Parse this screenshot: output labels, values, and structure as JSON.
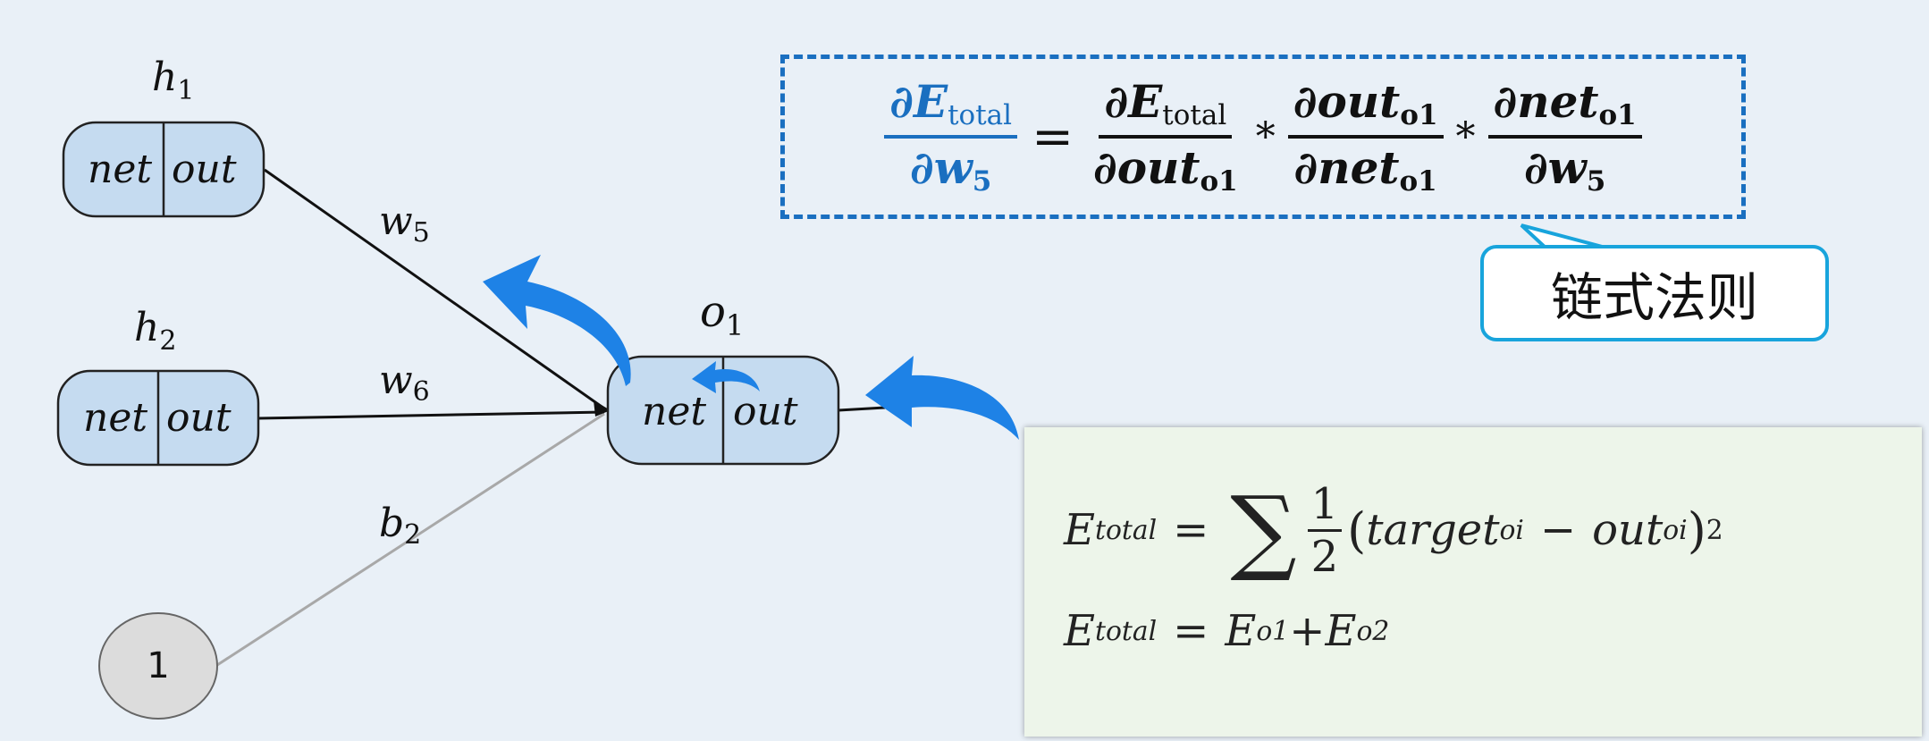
{
  "nodes": {
    "h1": {
      "label": "h",
      "sub": "1",
      "net": "net",
      "out": "out"
    },
    "h2": {
      "label": "h",
      "sub": "2",
      "net": "net",
      "out": "out"
    },
    "o1": {
      "label": "o",
      "sub": "1",
      "net": "net",
      "out": "out"
    },
    "bias": {
      "label": "1"
    }
  },
  "edges": {
    "w5": {
      "label": "w",
      "sub": "5"
    },
    "w6": {
      "label": "w",
      "sub": "6"
    },
    "b2": {
      "label": "b",
      "sub": "2"
    }
  },
  "formula": {
    "lhs_num": "∂E",
    "lhs_num_sub": "total",
    "lhs_den": "∂w",
    "lhs_den_sub": "5",
    "equals": "=",
    "t1_num": "∂E",
    "t1_num_sub": "total",
    "t1_den": "∂out",
    "t1_den_sub": "o1",
    "times": "*",
    "t2_num": "∂out",
    "t2_num_sub": "o1",
    "t2_den": "∂net",
    "t2_den_sub": "o1",
    "t3_num": "∂net",
    "t3_num_sub": "o1",
    "t3_den": "∂w",
    "t3_den_sub": "5"
  },
  "callout": {
    "text": "链式法则"
  },
  "error_panel": {
    "eq1": {
      "lhs": "E",
      "lhs_sub": "total",
      "equals": "=",
      "sigma": "∑",
      "half_num": "1",
      "half_den": "2",
      "open": "(",
      "target": "target",
      "target_sub": "oi",
      "minus": "−",
      "out": "out",
      "out_sub": "oi",
      "close": ")",
      "power": "2"
    },
    "eq2": {
      "lhs": "E",
      "lhs_sub": "total",
      "equals": "=",
      "t1": "E",
      "t1_sub": "o1",
      "plus": "+",
      "t2": "E",
      "t2_sub": "o2"
    }
  },
  "colors": {
    "node_fill": "#c5dbf0",
    "arrow_blue": "#1e82e6",
    "formula_blue": "#1a6fc0",
    "panel_bg": "#edf5ea"
  }
}
